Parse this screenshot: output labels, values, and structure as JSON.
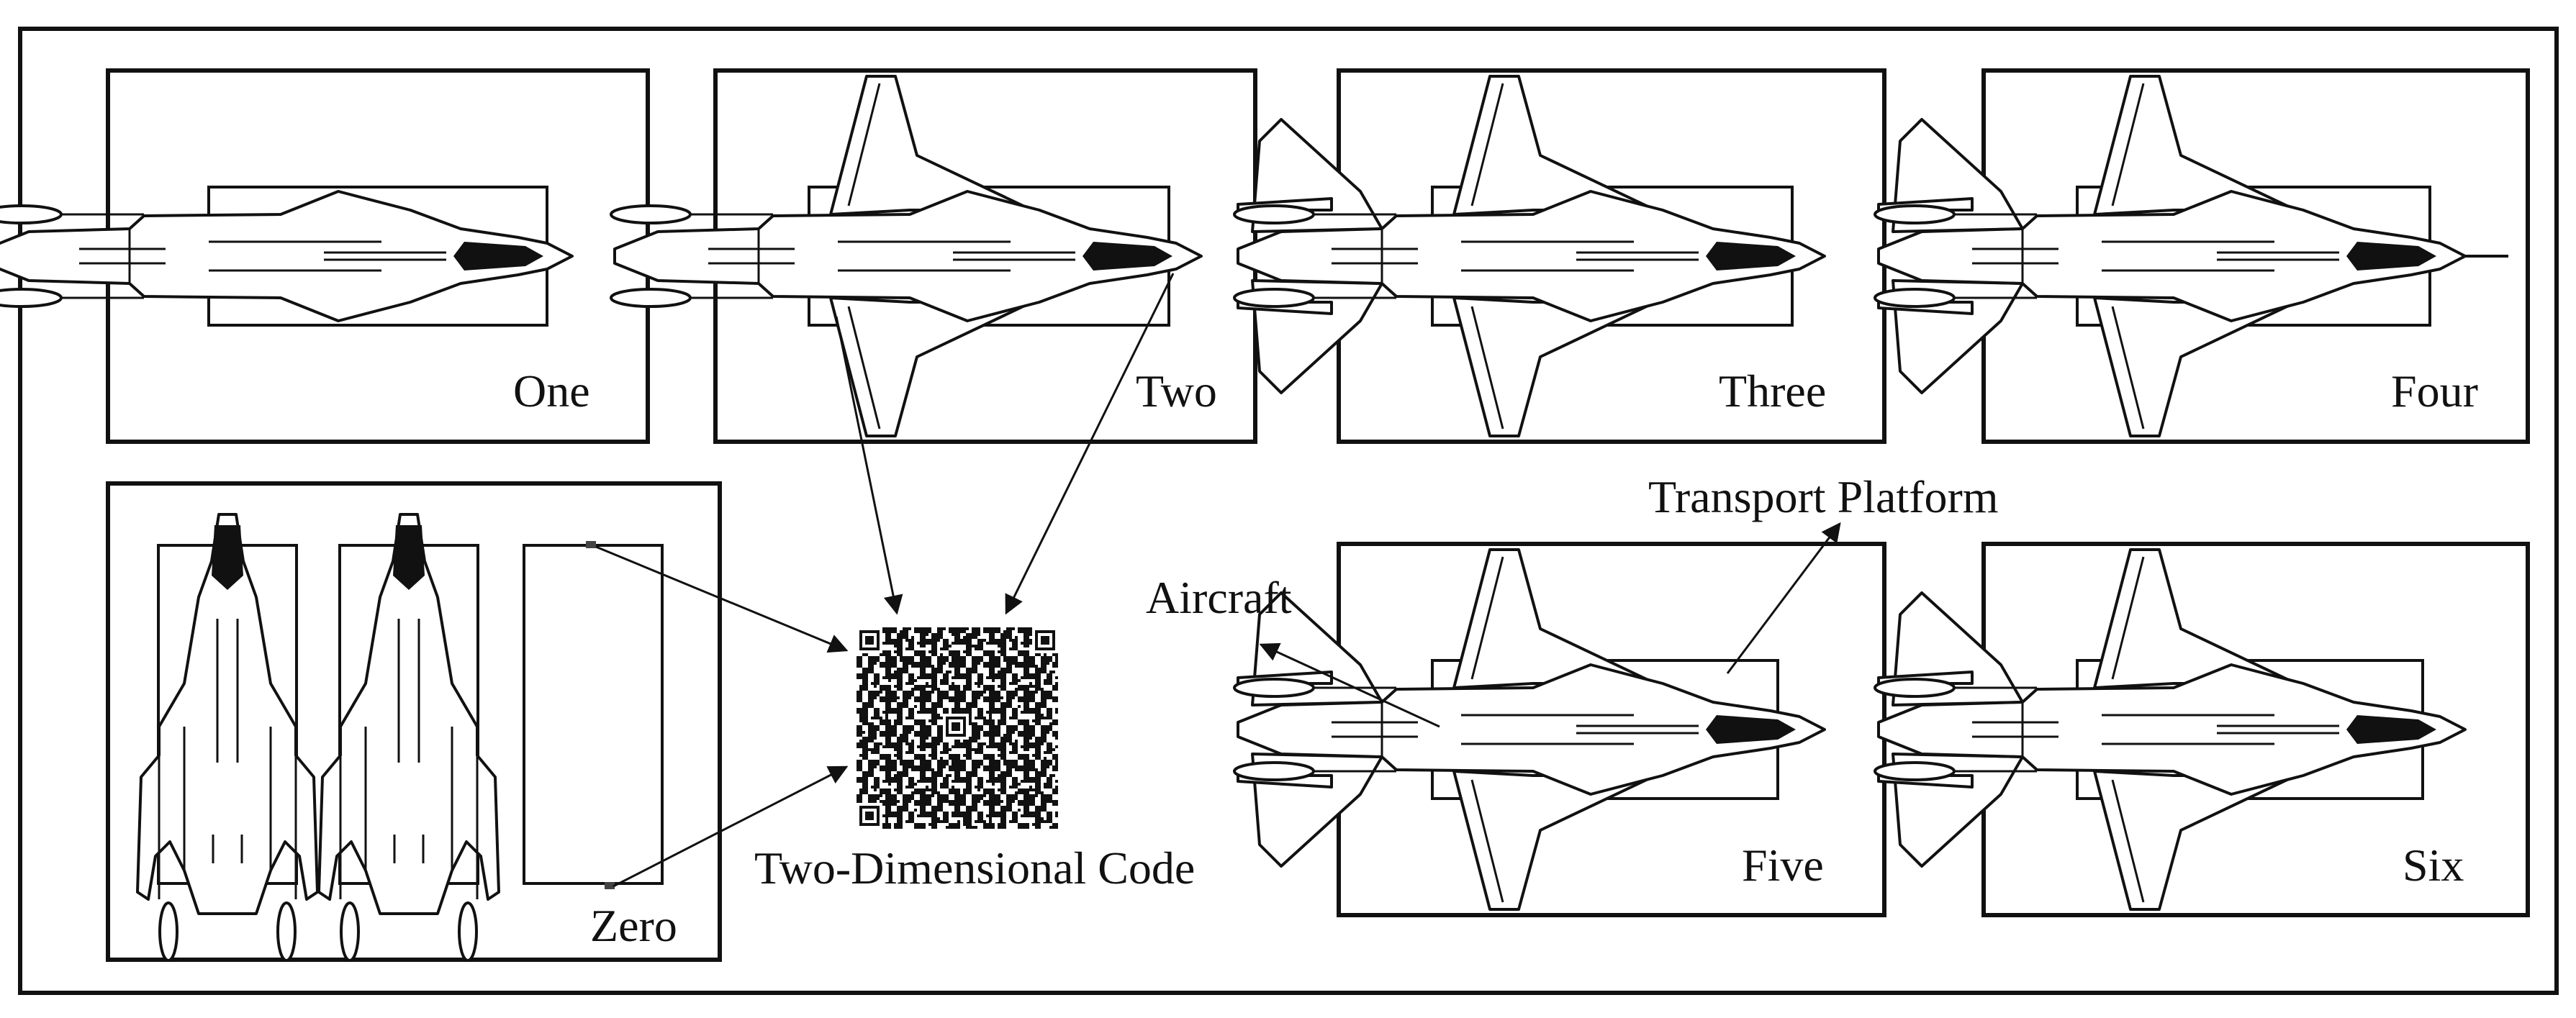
{
  "panels": {
    "one": "One",
    "two": "Two",
    "three": "Three",
    "four": "Four",
    "five": "Five",
    "six": "Six",
    "zero": "Zero"
  },
  "annotations": {
    "transport_platform": "Transport Platform",
    "aircraft": "Aircraft",
    "qr_code": "Two-Dimensional Code"
  },
  "colors": {
    "ink": "#111111",
    "background": "#ffffff"
  }
}
